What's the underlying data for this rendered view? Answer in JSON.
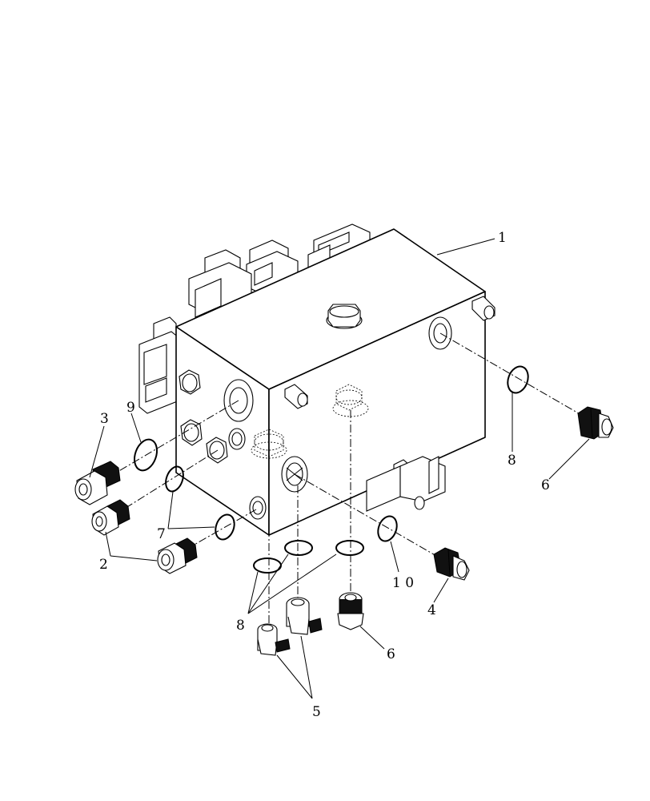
{
  "diagram": {
    "callouts": {
      "c1": "1",
      "c2": "2",
      "c3": "3",
      "c4": "4",
      "c5": "5",
      "c6a": "6",
      "c6b": "6",
      "c7": "7",
      "c8a": "8",
      "c8b": "8",
      "c9": "9",
      "c10": "1 0"
    }
  }
}
